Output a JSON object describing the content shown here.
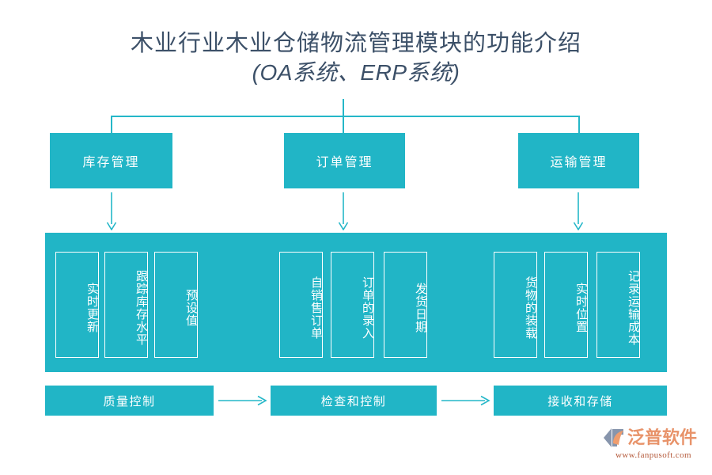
{
  "theme": {
    "teal": "#21b5c6",
    "connector": "#25b7c8",
    "title_color": "#3c5068",
    "box_text": "#ffffff",
    "page_bg": "#ffffff",
    "logo_orange": "#e8936a",
    "logo_url_color": "#b4593a",
    "logo_mark_blue": "#8795ac"
  },
  "title": {
    "line1": "木业行业木业仓储物流管理模块的功能介绍",
    "line2": "(OA系统、ERP系统)"
  },
  "modules": [
    {
      "label": "库存管理"
    },
    {
      "label": "订单管理"
    },
    {
      "label": "运输管理"
    }
  ],
  "feature_groups": [
    {
      "parent": "库存管理",
      "items": [
        "实时更新",
        "跟踪库存水平",
        "预设值"
      ]
    },
    {
      "parent": "订单管理",
      "items": [
        "自销售订单",
        "订单的录入",
        "发货日期"
      ]
    },
    {
      "parent": "运输管理",
      "items": [
        "货物的装载",
        "实时位置",
        "记录运输成本"
      ]
    }
  ],
  "process_row": {
    "steps": [
      "质量控制",
      "检查和控制",
      "接收和存储"
    ],
    "connector_icon": "arrow-right-icon"
  },
  "logo": {
    "mark": "fanpu-logo-mark",
    "name": "泛普软件",
    "url": "www.fanpusoft.com"
  }
}
